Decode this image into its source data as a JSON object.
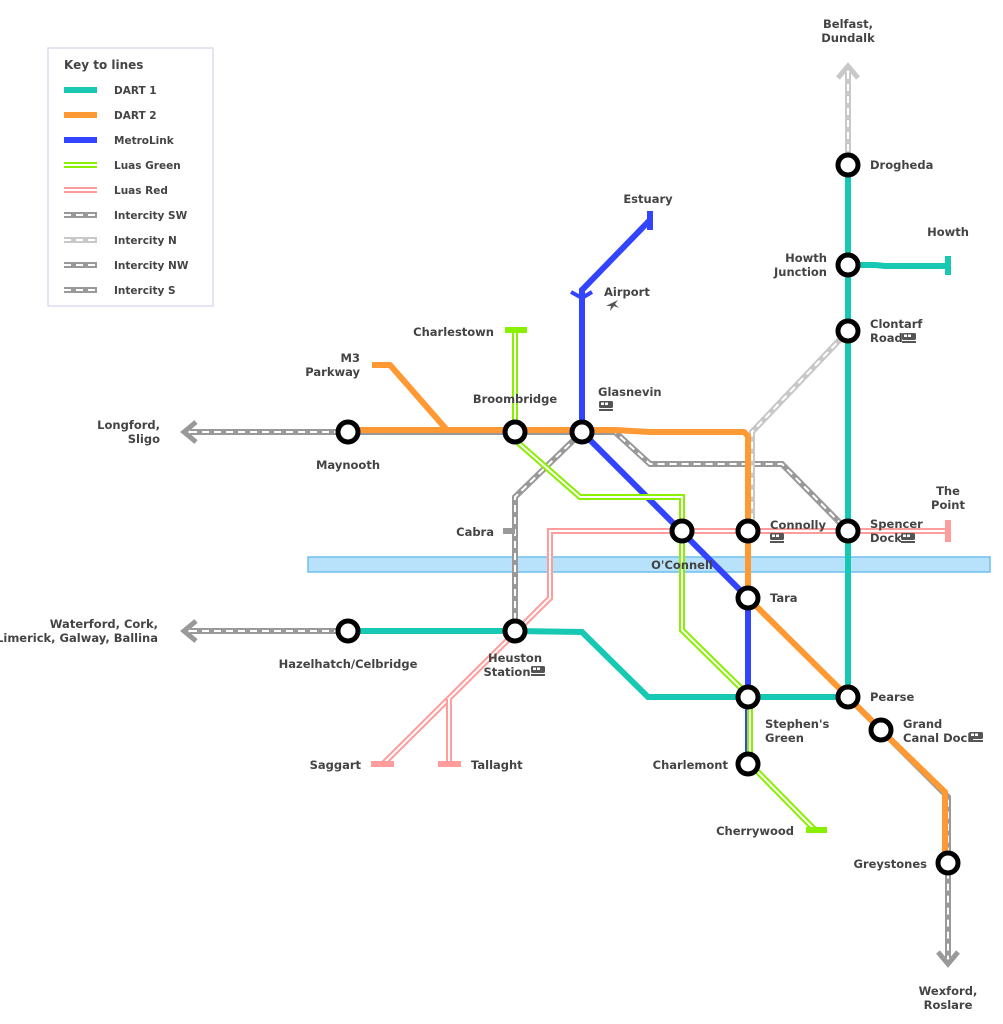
{
  "legend": {
    "title": "Key to lines",
    "items": [
      {
        "label": "DART 1",
        "color": "#17c9b2"
      },
      {
        "label": "DART 2",
        "color": "#ff9933"
      },
      {
        "label": "MetroLink",
        "color": "#3344ff"
      },
      {
        "label": "Luas Green",
        "color": "#88f000"
      },
      {
        "label": "Luas Red",
        "color": "#ff9c9c"
      },
      {
        "label": "Intercity SW",
        "color": "#999999"
      },
      {
        "label": "Intercity N",
        "color": "#c8c8c8"
      },
      {
        "label": "Intercity NW",
        "color": "#999999"
      },
      {
        "label": "Intercity S",
        "color": "#999999"
      }
    ]
  },
  "termini": {
    "belfast": [
      "Belfast,",
      "Dundalk"
    ],
    "estuary": [
      "Estuary"
    ],
    "howth": [
      "Howth"
    ],
    "airport": [
      "Airport"
    ],
    "charlestown": [
      "Charlestown"
    ],
    "m3_parkway": [
      "M3",
      "Parkway"
    ],
    "longford": [
      "Longford,",
      "Sligo"
    ],
    "waterford": [
      "Waterford, Cork,",
      "Limerick, Galway, Ballina"
    ],
    "saggart": [
      "Saggart"
    ],
    "tallaght": [
      "Tallaght"
    ],
    "cherrywood": [
      "Cherrywood"
    ],
    "wexford": [
      "Wexford,",
      "Roslare"
    ],
    "the_point": [
      "The",
      "Point"
    ],
    "cabra": [
      "Cabra"
    ]
  },
  "stations": {
    "drogheda": [
      "Drogheda"
    ],
    "howth_junction": [
      "Howth",
      "Junction"
    ],
    "clontarf": [
      "Clontarf",
      "Road"
    ],
    "glasnevin": [
      "Glasnevin"
    ],
    "broombridge": [
      "Broombridge"
    ],
    "maynooth": [
      "Maynooth"
    ],
    "connolly": [
      "Connolly"
    ],
    "spencer_dock": [
      "Spencer",
      "Dock"
    ],
    "oconnell": [
      "O'Connell"
    ],
    "tara": [
      "Tara"
    ],
    "hazelhatch": [
      "Hazelhatch/Celbridge"
    ],
    "heuston": [
      "Heuston",
      "Station"
    ],
    "stephens_green": [
      "Stephen's",
      "Green"
    ],
    "pearse": [
      "Pearse"
    ],
    "grand_canal": [
      "Grand",
      "Canal Dock"
    ],
    "charlemont": [
      "Charlemont"
    ],
    "greystones": [
      "Greystones"
    ]
  },
  "icons": {
    "train": "train-icon",
    "plane": "plane-icon"
  }
}
